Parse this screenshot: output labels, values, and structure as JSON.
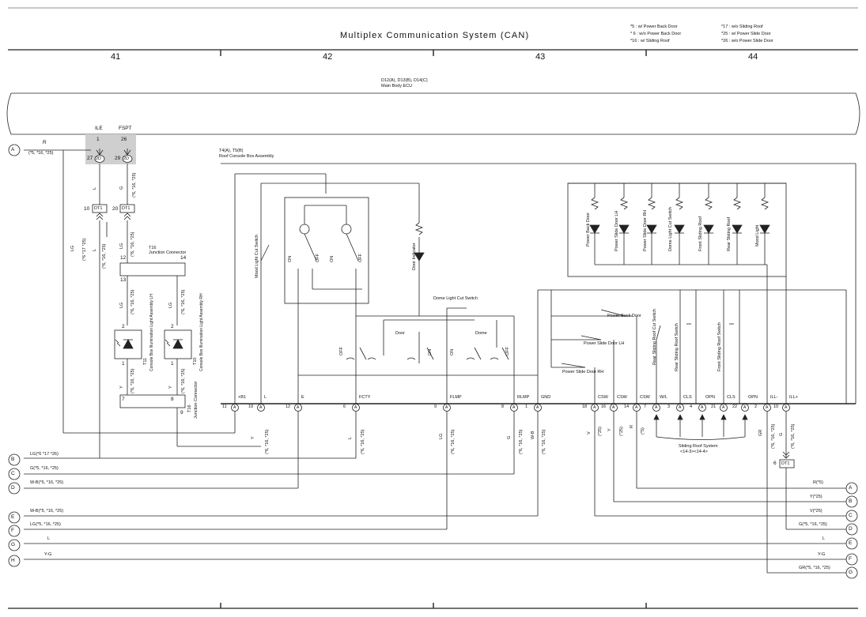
{
  "header": {
    "title": "Multiplex Communication System (CAN)",
    "notes_left": [
      "*5 : w/ Power Back Door",
      "* 6 : w/o Power Back Door",
      "*16 : w/ Sliding Roof"
    ],
    "notes_right": [
      "*17 : w/o Sliding Roof",
      "*25 : w/ Power Slide Door",
      "*26 : w/o Power Slide Door"
    ],
    "columns": [
      "41",
      "42",
      "43",
      "44"
    ]
  },
  "ecu": {
    "line1": "D12(A), D13(B), D14(C)",
    "line2": "Main Body ECU"
  },
  "ecu_pins": [
    {
      "name": "ILE",
      "num": "1",
      "pin": "27",
      "conn": "2D"
    },
    {
      "name": "FSPT",
      "num": "26",
      "pin": "29",
      "conn": "2D"
    }
  ],
  "junction": {
    "d_pins": [
      "10",
      "20",
      "6"
    ],
    "conn": "DT1"
  },
  "t16": {
    "label": "T16",
    "sub": "Junction Connector",
    "pins_top": [
      "12",
      "13"
    ],
    "pin14": "14",
    "pin9": "9"
  },
  "lamp_lh": {
    "code": "T11",
    "name": "Console Box Illumination Light Assembly LH",
    "pins": [
      "2",
      "1"
    ]
  },
  "lamp_rh": {
    "code": "T10",
    "name": "Console Box Illumination Light Assembly RH",
    "pins": [
      "2",
      "1"
    ]
  },
  "t16b": {
    "label": "T16",
    "sub": "Junction Connector",
    "pins": [
      "7",
      "8"
    ]
  },
  "roof": {
    "line1": "T4(A), T5(B)",
    "line2": "Roof Console Box Assembly"
  },
  "roof_labels": {
    "mood_cut": "Mood Light Cut Switch",
    "door_ind": "Door Indicator",
    "dome_cut": "Dome Light Cut Switch",
    "door": "Door",
    "dome": "Dome",
    "on": "ON",
    "off": "OFF",
    "pbd": "Power Back Door",
    "psd_lh": "Power Slide Door LH",
    "psd_rh": "Power Slide Door RH",
    "rear_cut": "Rear Sliding Roof Cut Switch",
    "rear_sw": "Rear Sliding Roof Switch",
    "front_sw": "Front Sliding Roof Switch"
  },
  "led_labels": [
    "Power Back Door",
    "Power Slide Door LH",
    "Power Slide Door RH",
    "Dome Light Cut Switch",
    "Front Sliding Roof",
    "Rear Sliding Roof",
    "Mood Light"
  ],
  "terminals": [
    {
      "num": "11",
      "c": "A",
      "name": "+B1"
    },
    {
      "num": "19",
      "c": "A",
      "name": "L"
    },
    {
      "num": "12",
      "c": "A",
      "name": "E"
    },
    {
      "num": "6",
      "c": "A",
      "name": "FCTY"
    },
    {
      "num": "9",
      "c": "A",
      "name": "FLMP"
    },
    {
      "num": "8",
      "c": "A",
      "name": "RLMP"
    },
    {
      "num": "1",
      "c": "A",
      "name": "GND"
    },
    {
      "num": "18",
      "c": "A",
      "name": "CSW"
    },
    {
      "num": "16",
      "c": "A",
      "name": "CSW"
    },
    {
      "num": "14",
      "c": "A",
      "name": "CSW"
    },
    {
      "num": "7",
      "c": "A",
      "name": "W/L"
    },
    {
      "num": "3",
      "c": "A",
      "name": "CLS"
    },
    {
      "num": "4",
      "c": "A",
      "name": "OPN"
    },
    {
      "num": "21",
      "c": "A",
      "name": "CLS"
    },
    {
      "num": "22",
      "c": "A",
      "name": "OPN"
    },
    {
      "num": "2",
      "c": "A",
      "name": "ILL-"
    },
    {
      "num": "10",
      "c": "A",
      "name": "ILL+"
    }
  ],
  "sliding_roof": {
    "line1": "Sliding Roof System",
    "line2": "<14-3><14-4>"
  },
  "wire_labels": {
    "r": "R",
    "r_note": "(*5, *16, *25)",
    "l": "L",
    "g": "G",
    "lg": "LG",
    "y": "Y",
    "v": "V",
    "wb": "W-B",
    "gr": "GR",
    "n1": "(*6, *16, *25)",
    "lg_note": "(*6 *17 *25)",
    "n25": "(*25)",
    "n5": "(*5)"
  },
  "left_conn": [
    {
      "id": "A",
      "label": "R",
      "note": "(*5, *16, *25)"
    },
    {
      "id": "B",
      "label": "LG(*6 *17 *26)"
    },
    {
      "id": "C",
      "label": "G(*5, *16, *25)"
    },
    {
      "id": "D",
      "label": "W-B(*5, *16, *25)"
    },
    {
      "id": "E",
      "label": "W-B(*5, *16, *25)"
    },
    {
      "id": "F",
      "label": "LG(*5, *16, *25)"
    },
    {
      "id": "G",
      "label": "L"
    },
    {
      "id": "H",
      "label": "Y-G"
    }
  ],
  "right_conn": [
    {
      "id": "A",
      "label": "R(*5)"
    },
    {
      "id": "B",
      "label": "Y(*25)"
    },
    {
      "id": "C",
      "label": "V(*25)"
    },
    {
      "id": "D",
      "label": "G(*5, *16, *25)"
    },
    {
      "id": "E",
      "label": "L"
    },
    {
      "id": "F",
      "label": "Y-G"
    },
    {
      "id": "G",
      "label": "GR(*5, *16, *25)"
    }
  ]
}
